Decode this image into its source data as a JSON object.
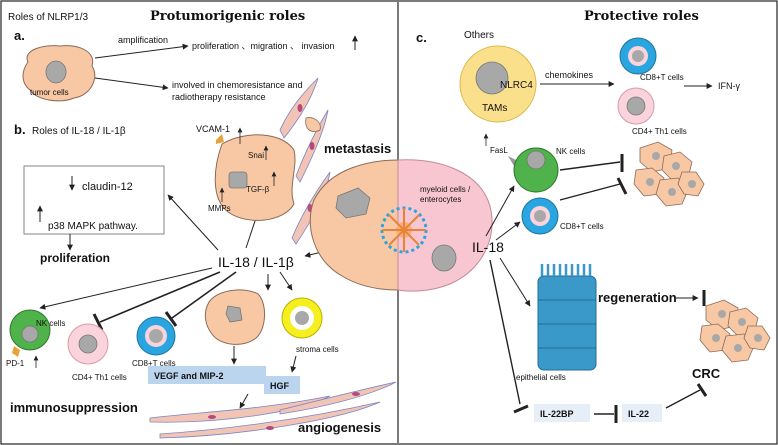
{
  "colors": {
    "tumor_cell": "#f8c8a4",
    "tumor_outline": "#8a6a58",
    "nucleus": "#a8a8a8",
    "myeloid": "#f8c6d0",
    "tam": "#fbe08c",
    "nk": "#4fb24a",
    "cd8": "#2aa5df",
    "th1": "#fbd3dc",
    "stroma": "#f6ef1e",
    "epithelial": "#3a99c8",
    "label_box": "#bcd5ee",
    "divider": "#222222"
  },
  "protumorigenic": {
    "title": "Protumorigenic roles",
    "panel_a": {
      "letter": "a.",
      "heading": "Roles of NLRP1/3",
      "amplification": "amplification",
      "effects": "proliferation 、migration 、 invasion",
      "tumor_cells": "tumor cells",
      "resistance_line1": "involved in  chemoresistance and",
      "resistance_line2": "radiotherapy resistance"
    },
    "panel_b": {
      "letter": "b.",
      "heading": "Roles of  IL-18 / IL-1β",
      "claudin": "claudin-12",
      "p38": "p38 MAPK pathway.",
      "proliferation": "proliferation",
      "center_label": "IL-18 / IL-1β",
      "metastasis": "metastasis",
      "vcam": "VCAM-1",
      "snai": "Snai",
      "tgf": "TGF-β",
      "mmps": "MMPs",
      "nk_cells": "NK cells",
      "pd1": "PD-1",
      "cd4_th1": "CD4+ Th1 cells",
      "cd8_t": "CD8+T cells",
      "immunosuppression": "immunosuppression",
      "vegf_box": "VEGF and MIP-2",
      "stroma_cells": "stroma cells",
      "hgf": "HGF",
      "angiogenesis": "angiogenesis"
    }
  },
  "protective": {
    "title": "Protective roles",
    "panel_c": {
      "letter": "c.",
      "others": "Others",
      "nlrc4": "NLRC4",
      "tams": "TAMs",
      "chemokines": "chemokines",
      "cd8_top": "CD8+T cells",
      "ifn": "IFN-γ",
      "cd4_top": "CD4+ Th1 cells",
      "fasl": "FasL",
      "nk_cells": "NK cells",
      "myeloid": "myeloid cells /",
      "enterocytes": "enterocytes",
      "cd8_mid": "CD8+T cells",
      "il18": "IL-18",
      "regeneration": "regeneration",
      "epithelial": "epithelial cells",
      "crc": "CRC",
      "il22bp": "IL-22BP",
      "il22": "IL-22"
    }
  }
}
